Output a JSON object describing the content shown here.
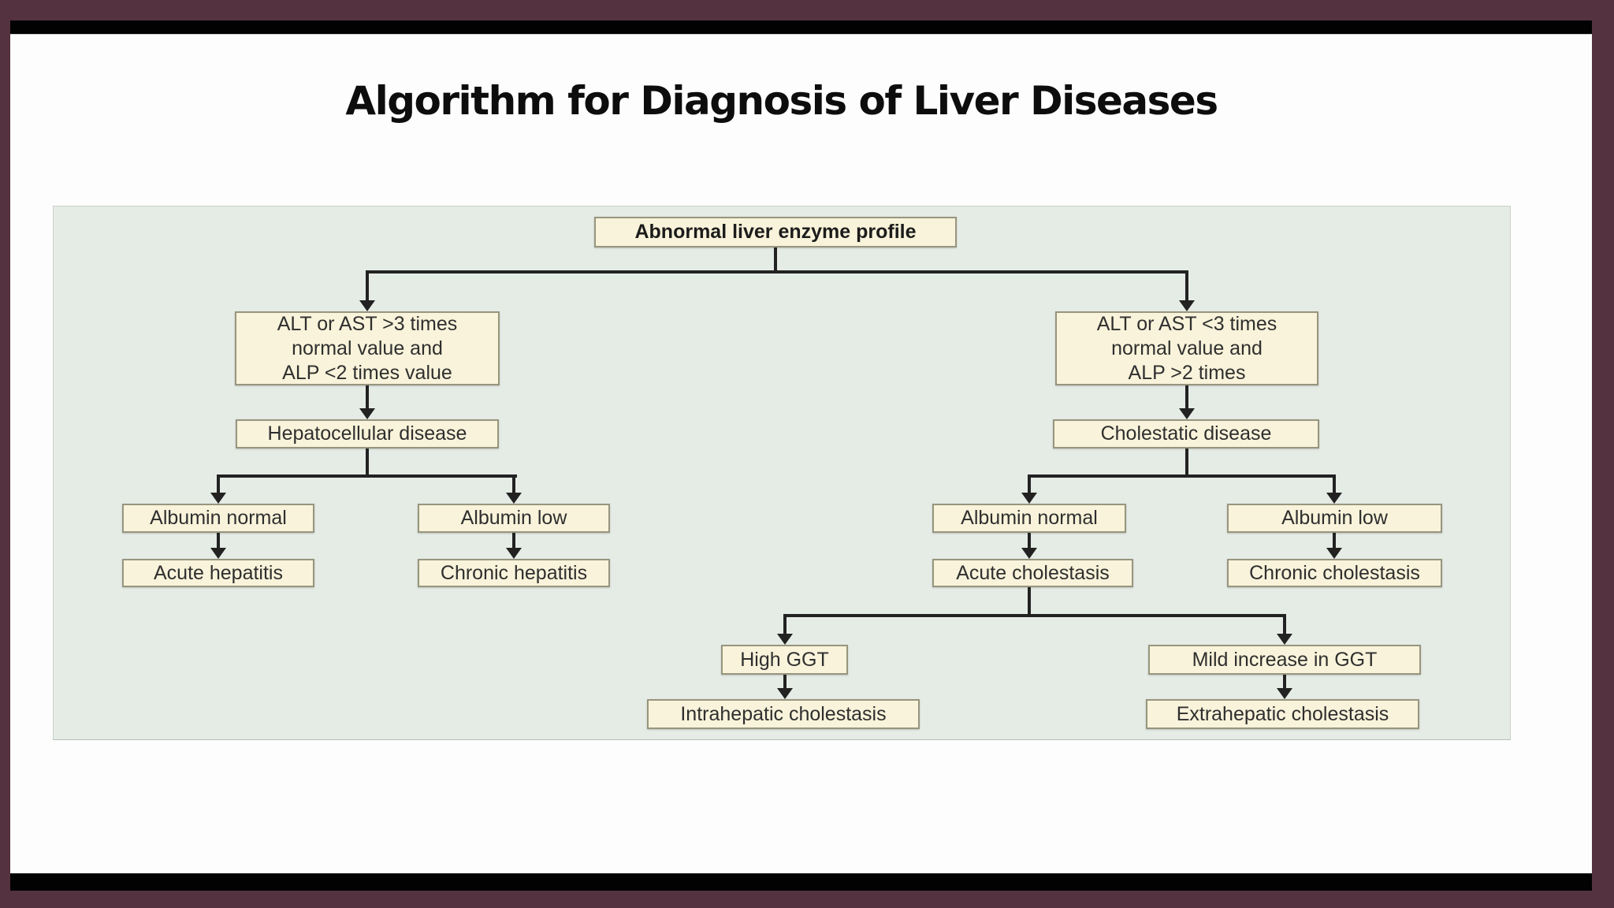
{
  "title": "Algorithm for Diagnosis of Liver Diseases",
  "flowchart": {
    "root": "Abnormal liver enzyme profile",
    "hepatocellular_criteria": "ALT or AST >3 times\nnormal value and\nALP <2 times value",
    "cholestatic_criteria": "ALT or AST <3 times\nnormal value and\nALP >2 times",
    "hepatocellular_disease": "Hepatocellular disease",
    "cholestatic_disease": "Cholestatic disease",
    "hep_albumin_normal": "Albumin normal",
    "hep_albumin_low": "Albumin low",
    "acute_hepatitis": "Acute hepatitis",
    "chronic_hepatitis": "Chronic hepatitis",
    "chol_albumin_normal": "Albumin normal",
    "chol_albumin_low": "Albumin low",
    "acute_cholestasis": "Acute cholestasis",
    "chronic_cholestasis": "Chronic cholestasis",
    "high_ggt": "High GGT",
    "mild_increase_ggt": "Mild increase in GGT",
    "intrahepatic_cholestasis": "Intrahepatic cholestasis",
    "extrahepatic_cholestasis": "Extrahepatic cholestasis"
  },
  "colors": {
    "frame": "#543240",
    "bars": "#020202",
    "slide": "#fdfdfd",
    "panel": "#e5ece6",
    "box_fill": "#f8f3da",
    "box_border": "#98957e",
    "connector": "#222222",
    "title_text": "#0d0d0d"
  }
}
